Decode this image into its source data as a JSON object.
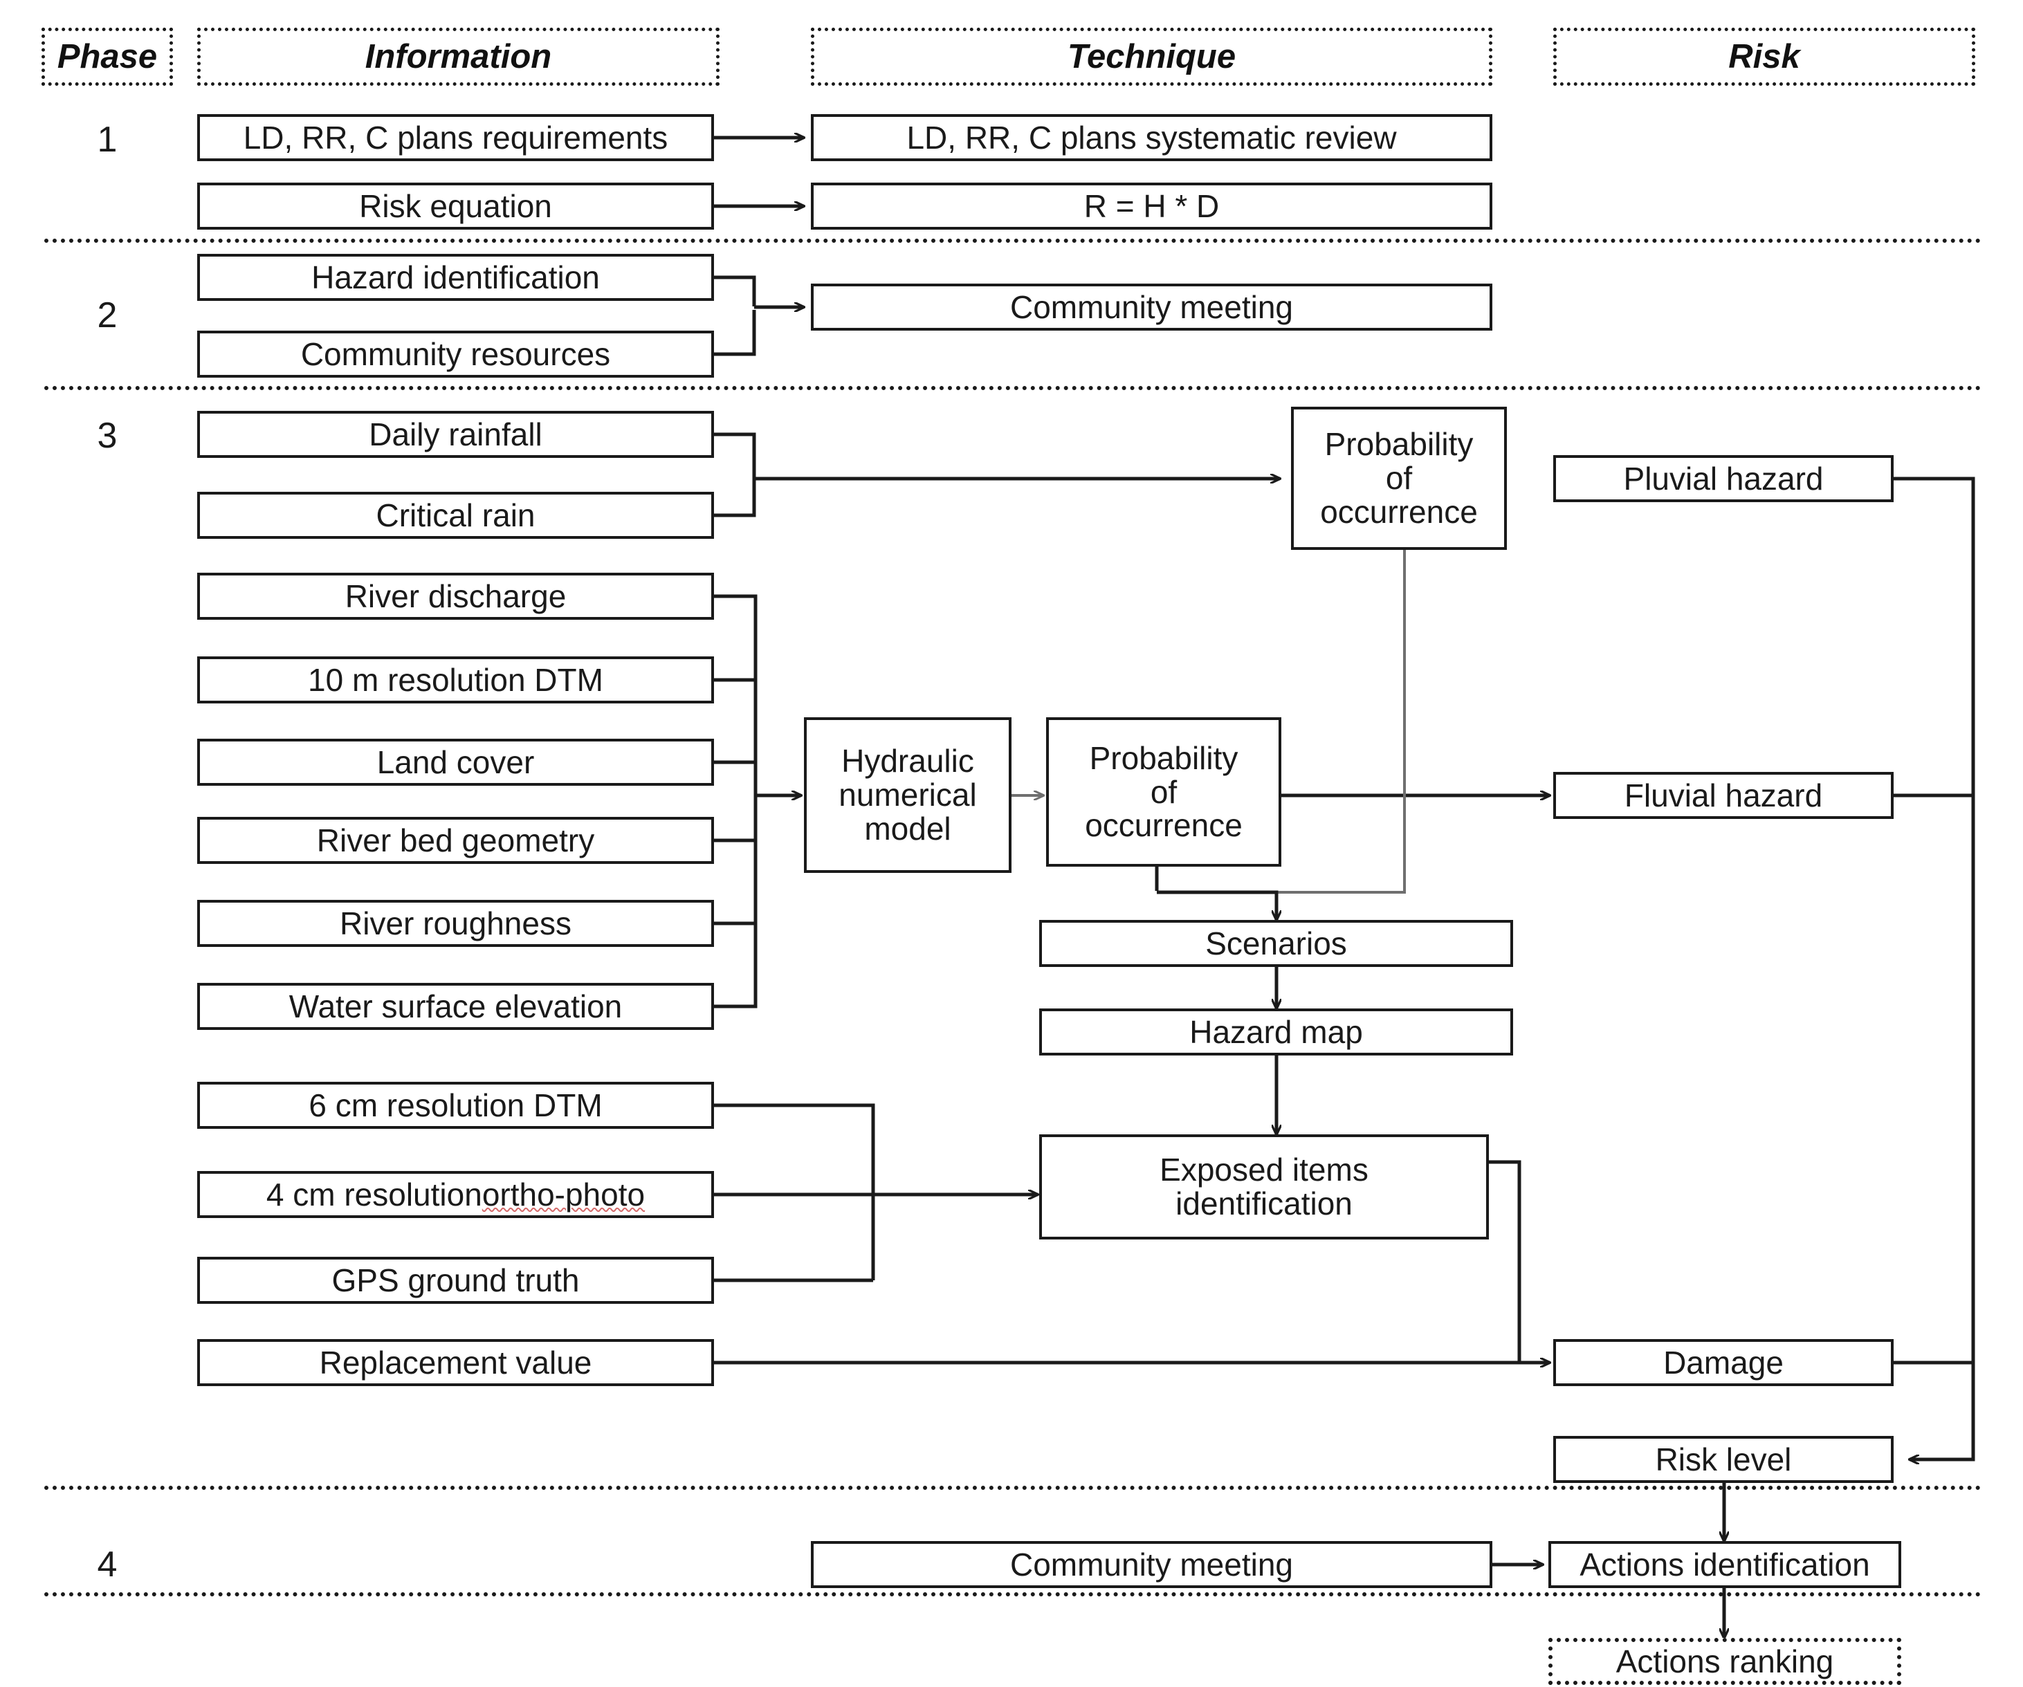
{
  "figure": {
    "type": "flowchart",
    "title": "Flood risk assessment methodology flowchart",
    "columns": [
      "Phase",
      "Information",
      "Technique",
      "Risk"
    ]
  },
  "headers": {
    "phase": "Phase",
    "information": "Information",
    "technique": "Technique",
    "risk": "Risk"
  },
  "phases": {
    "p1": "1",
    "p2": "2",
    "p3": "3",
    "p4": "4"
  },
  "information": {
    "ld_rr_c_requirements": "LD, RR, C plans requirements",
    "risk_equation": "Risk equation",
    "hazard_identification": "Hazard identification",
    "community_resources": "Community resources",
    "daily_rainfall": "Daily rainfall",
    "critical_rain": "Critical rain",
    "river_discharge": "River discharge",
    "dtm_10m": "10 m resolution DTM",
    "land_cover": "Land cover",
    "river_bed_geometry": "River bed geometry",
    "river_roughness": "River roughness",
    "water_surface_elevation": "Water surface elevation",
    "dtm_6cm": "6 cm resolution DTM",
    "ortho_photo_pre": "4 cm resolution ",
    "ortho_photo_sq": "ortho-photo",
    "gps_ground_truth": "GPS ground truth",
    "replacement_value": "Replacement value"
  },
  "technique": {
    "systematic_review": "LD, RR, C plans systematic review",
    "risk_formula": "R = H * D",
    "community_meeting_p2": "Community meeting",
    "prob_occurrence_pluvial_l1": "Probability",
    "prob_occurrence_pluvial_l2": "of",
    "prob_occurrence_pluvial_l3": "occurrence",
    "hydraulic_model_l1": "Hydraulic",
    "hydraulic_model_l2": "numerical",
    "hydraulic_model_l3": "model",
    "prob_occurrence_fluvial_l1": "Probability",
    "prob_occurrence_fluvial_l2": "of",
    "prob_occurrence_fluvial_l3": "occurrence",
    "scenarios": "Scenarios",
    "hazard_map": "Hazard map",
    "exposed_items_l1": "Exposed items",
    "exposed_items_l2": "identification",
    "community_meeting_p4": "Community meeting"
  },
  "risk": {
    "pluvial_hazard": "Pluvial hazard",
    "fluvial_hazard": "Fluvial hazard",
    "damage": "Damage",
    "risk_level": "Risk level",
    "actions_identification": "Actions identification",
    "actions_ranking": "Actions ranking"
  },
  "colors": {
    "ink": "#1a1a1a",
    "background": "#ffffff",
    "spellcheck_underline": "#d46a6a"
  }
}
